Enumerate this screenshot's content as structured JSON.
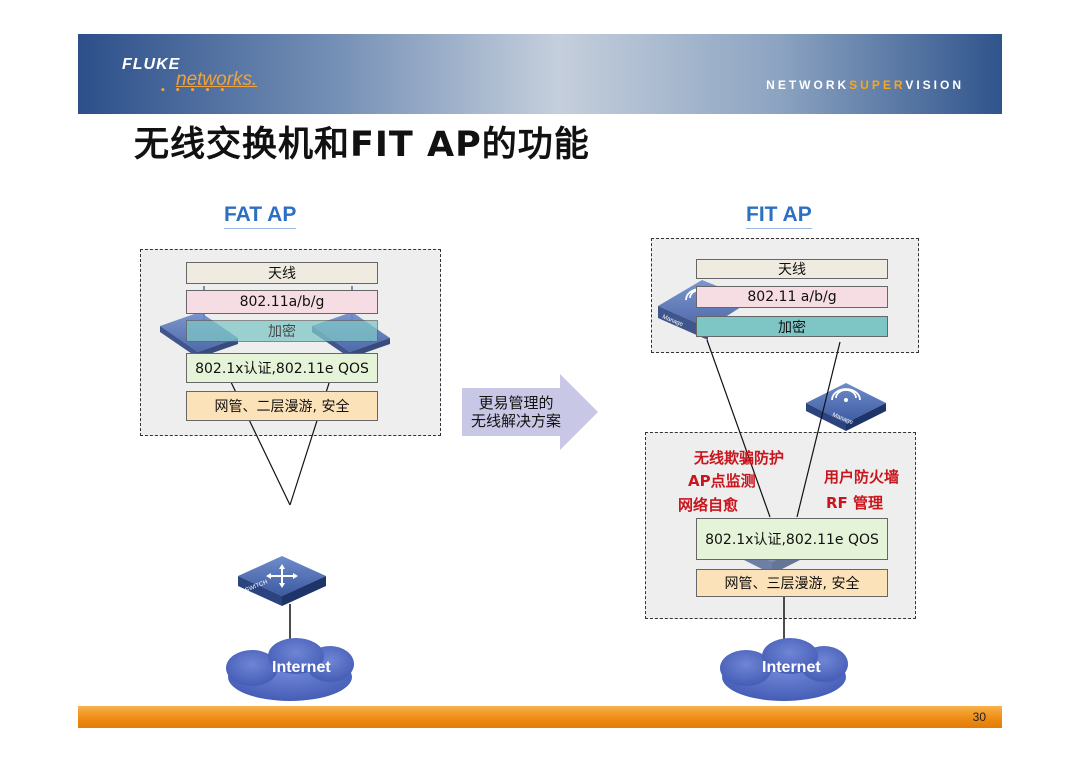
{
  "header": {
    "logo_fluke": "FLUKE",
    "logo_networks": "networks.",
    "logo_dots": "• • • • •",
    "tagline_pre": "NETWORK",
    "tagline_hl": "SUPER",
    "tagline_post": "VISION"
  },
  "title": "无线交换机和FIT AP的功能",
  "fat": {
    "title": "FAT AP",
    "layers": [
      "天线",
      "802.11a/b/g",
      "加密",
      "802.1x认证,802.11e QOS",
      "网管、二层漫游, 安全"
    ],
    "switch_label": "SWITCH",
    "internet": "Internet"
  },
  "arrow": {
    "line1": "更易管理的",
    "line2": "无线解决方案"
  },
  "fit": {
    "title": "FIT AP",
    "ap_layers": [
      "天线",
      "802.11 a/b/g",
      "加密"
    ],
    "manage_label": "Manage",
    "features": [
      "无线欺骗防护",
      "AP点监测",
      "网络自愈",
      "用户防火墙",
      "RF 管理"
    ],
    "switch_layers": [
      "802.1x认证,802.11e QOS",
      "网管、三层漫游, 安全"
    ],
    "internet": "Internet"
  },
  "footer": {
    "page": "30"
  },
  "colors": {
    "layer_antenna": "#f0ebe1",
    "layer_radio": "#f6dde3",
    "layer_encrypt": "#7ec6c6",
    "layer_auth": "#e5f3d8",
    "layer_mgmt": "#fbe2b8",
    "device_blue": "#3f5fa3",
    "feature_red": "#c8161e"
  }
}
